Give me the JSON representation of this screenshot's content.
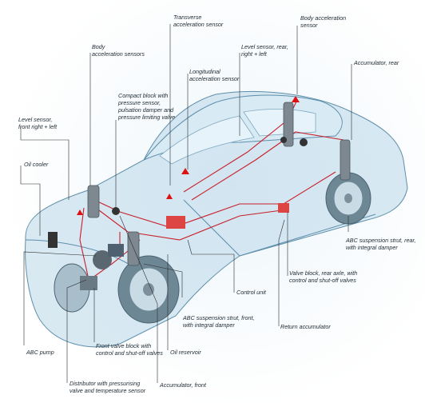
{
  "labels": {
    "transverse_accel": "Transverse\nacceleration sensor",
    "body_accel_top": "Body acceleration\nsensor",
    "body_accel_front": "Body\nacceleration sensors",
    "level_rear": "Level sensor, rear,\nright + left",
    "accumulator_rear": "Accumulator, rear",
    "longitudinal_accel": "Longitudinal\nacceleration sensor",
    "compact_block": "Compact block with\npressure sensor,\npulsation damper and\npressure limiting valve",
    "level_front": "Level sensor,\nfront right + left",
    "oil_cooler": "Oil cooler",
    "abc_strut_rear": "ABC suspension strut, rear,\nwith integral damper",
    "valve_block_rear": "Valve block, rear axle, with\ncontrol and shut-off valves",
    "control_unit": "Control unit",
    "abc_strut_front": "ABC suspension strut, front,\nwith integral damper",
    "return_accumulator": "Return accumulator",
    "abc_pump": "ABC pump",
    "front_valve_block": "Front valve block with\ncontrol and shut-off valves",
    "oil_reservoir": "Oil reservoir",
    "accumulator_front": "Accumulator, front",
    "distributor": "Distributor with pressurising\nvalve and temperature sensor"
  },
  "colors": {
    "car_body": "#9fc6dc",
    "car_outline": "#5f8fab",
    "hydraulic_line": "#c8202a",
    "strut": "#7d8890",
    "leader": "#2b2b2b"
  }
}
